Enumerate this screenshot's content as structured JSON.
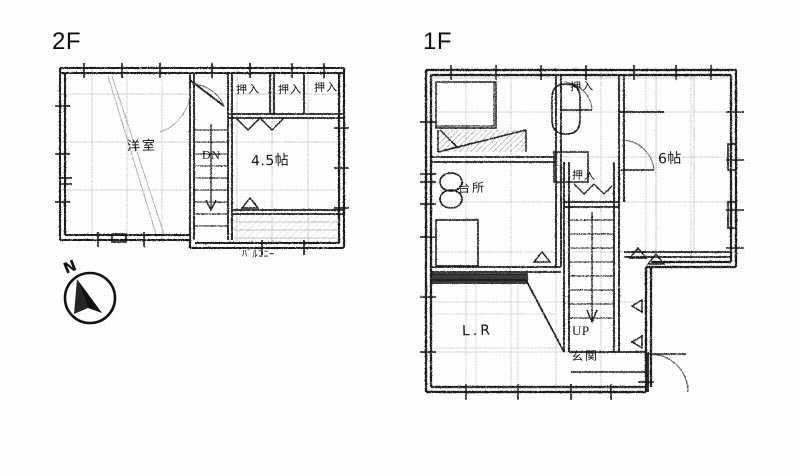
{
  "document": {
    "type": "scanned-floor-plan",
    "paper_color": "#ffffff",
    "ink_color": "#111111"
  },
  "floors": [
    {
      "id": "2f",
      "caption": "2F",
      "rooms": [
        {
          "name": "western-room",
          "label": "洋室"
        },
        {
          "name": "tatami-room",
          "label": "4.5帖"
        },
        {
          "name": "balcony",
          "label": "ﾊﾞﾙｺﾆｰ"
        }
      ],
      "closets": [
        {
          "label": "押入"
        },
        {
          "label": "押入"
        },
        {
          "label": "押入"
        }
      ],
      "stairs": {
        "label": "DN",
        "direction": "down"
      }
    },
    {
      "id": "1f",
      "caption": "1F",
      "rooms": [
        {
          "name": "tatami-room",
          "label": "6帖"
        },
        {
          "name": "kitchen",
          "label": "台所"
        },
        {
          "name": "living-room",
          "label": "L.R"
        },
        {
          "name": "entrance",
          "label": "玄関"
        }
      ],
      "closets": [
        {
          "label": "押入"
        },
        {
          "label": "押入"
        }
      ],
      "stairs": {
        "label": "UP",
        "direction": "up"
      }
    }
  ],
  "compass": {
    "label": "N",
    "name": "north-arrow"
  }
}
